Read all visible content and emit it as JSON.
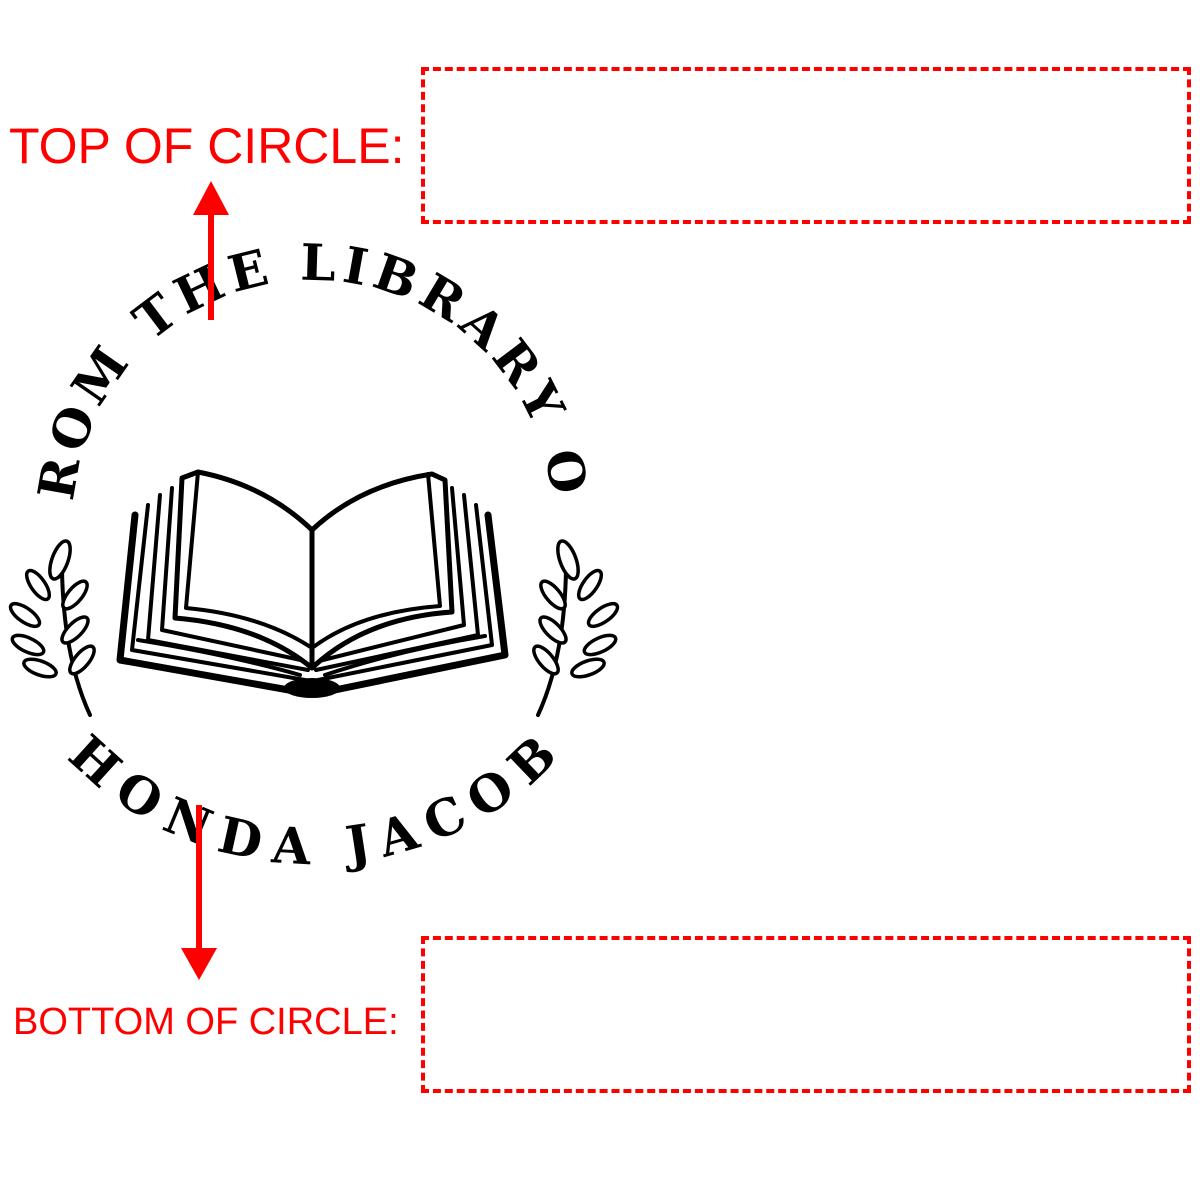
{
  "labels": {
    "top": "TOP OF CIRCLE:",
    "bottom": "BOTTOM OF CIRCLE:"
  },
  "inputs": {
    "top_value": "",
    "bottom_value": ""
  },
  "stamp": {
    "top_text": "FROM THE LIBRARY OF",
    "bottom_text": "RHONDA JACOBS"
  },
  "icons": {
    "book": "open-book-icon",
    "left_branch": "laurel-branch-icon",
    "right_branch": "laurel-branch-icon",
    "top_arrow": "arrow-up-icon",
    "bottom_arrow": "arrow-down-icon"
  },
  "colors": {
    "accent": "#ff0000",
    "ink": "#000000",
    "background": "#ffffff"
  }
}
